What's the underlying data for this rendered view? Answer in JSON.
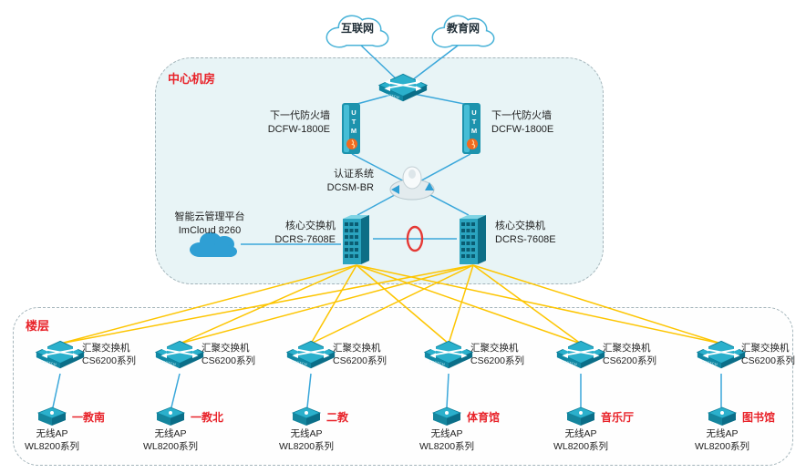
{
  "clouds": {
    "internet": "互联网",
    "education": "教育网"
  },
  "central_room": {
    "title": "中心机房",
    "firewall_left": {
      "name": "下一代防火墙",
      "model": "DCFW-1800E"
    },
    "firewall_right": {
      "name": "下一代防火墙",
      "model": "DCFW-1800E"
    },
    "auth_system": {
      "name": "认证系统",
      "model": "DCSM-BR"
    },
    "cloud_platform": {
      "name": "智能云管理平台",
      "model": "ImCloud 8260"
    },
    "core_switch_left": {
      "name": "核心交换机",
      "model": "DCRS-7608E"
    },
    "core_switch_right": {
      "name": "核心交换机",
      "model": "DCRS-7608E"
    }
  },
  "floor": {
    "title": "楼层",
    "sites": [
      {
        "switch_name": "汇聚交换机",
        "switch_model": "CS6200系列",
        "location": "一教南",
        "ap_name": "无线AP",
        "ap_model": "WL8200系列"
      },
      {
        "switch_name": "汇聚交换机",
        "switch_model": "CS6200系列",
        "location": "一教北",
        "ap_name": "无线AP",
        "ap_model": "WL8200系列"
      },
      {
        "switch_name": "汇聚交换机",
        "switch_model": "CS6200系列",
        "location": "二教",
        "ap_name": "无线AP",
        "ap_model": "WL8200系列"
      },
      {
        "switch_name": "汇聚交换机",
        "switch_model": "CS6200系列",
        "location": "体育馆",
        "ap_name": "无线AP",
        "ap_model": "WL8200系列"
      },
      {
        "switch_name": "汇聚交换机",
        "switch_model": "CS6200系列",
        "location": "音乐厅",
        "ap_name": "无线AP",
        "ap_model": "WL8200系列"
      },
      {
        "switch_name": "汇聚交换机",
        "switch_model": "CS6200系列",
        "location": "图书馆",
        "ap_name": "无线AP",
        "ap_model": "WL8200系列"
      }
    ]
  },
  "colors": {
    "link_blue": "#3aa7da",
    "link_yellow": "#fdc500",
    "label_red": "#e8232a",
    "device_teal": "#2aa9c4",
    "room_background": "#e8f4f6"
  }
}
